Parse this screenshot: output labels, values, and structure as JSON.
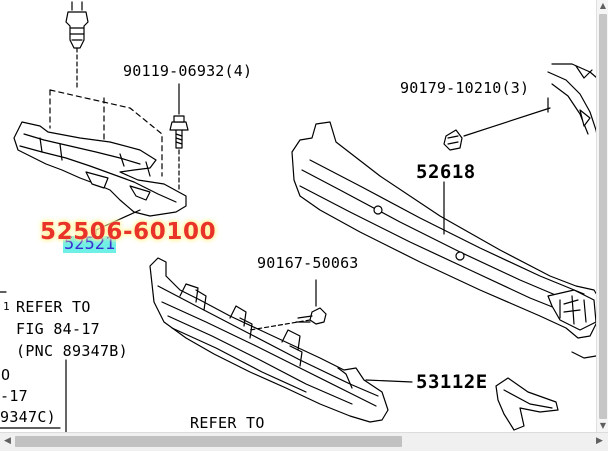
{
  "part_numbers": {
    "pn_90119": "90119-06932(4)",
    "pn_90179": "90179-10210(3)",
    "pn_52618": "52618",
    "pn_90167": "90167-50063",
    "pn_53112e": "53112E"
  },
  "highlight": {
    "main": "52506-60100",
    "sub": "52521"
  },
  "references": {
    "ref1_line1": "REFER TO",
    "ref1_line2": "FIG 84-17",
    "ref1_line3": "(PNC 89347B)",
    "ref1_marker": "1",
    "ref2_line1": "O",
    "ref2_line2": "-17",
    "ref2_line3": "9347C)",
    "ref3_line1": "REFER TO"
  },
  "colors": {
    "highlight_text": "#e8322a",
    "highlight_glow": "#fff3a0",
    "sub_label_bg": "#6ff0e6",
    "sub_label_text": "#3a2bd0",
    "line_art": "#000000"
  },
  "scrollbars": {
    "left_arrow": "◀",
    "right_arrow": "▶",
    "up_arrow": "▲",
    "down_arrow": "▼"
  }
}
